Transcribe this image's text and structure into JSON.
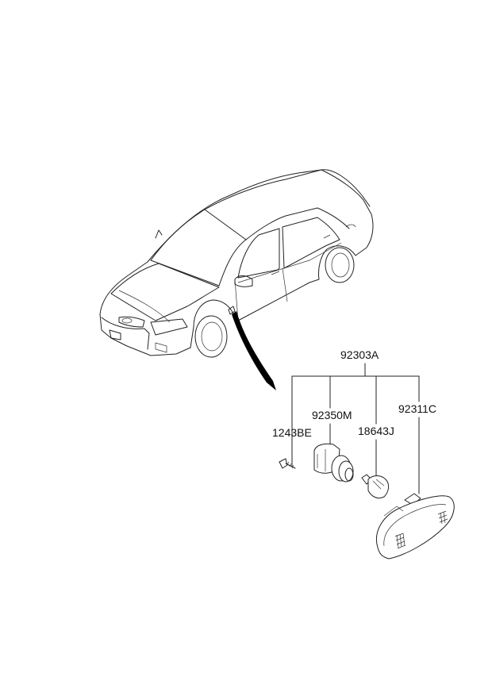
{
  "parts": {
    "assembly": "92303A",
    "socket": "92350M",
    "lens": "92311C",
    "screw": "1243BE",
    "bulb": "18643J"
  }
}
